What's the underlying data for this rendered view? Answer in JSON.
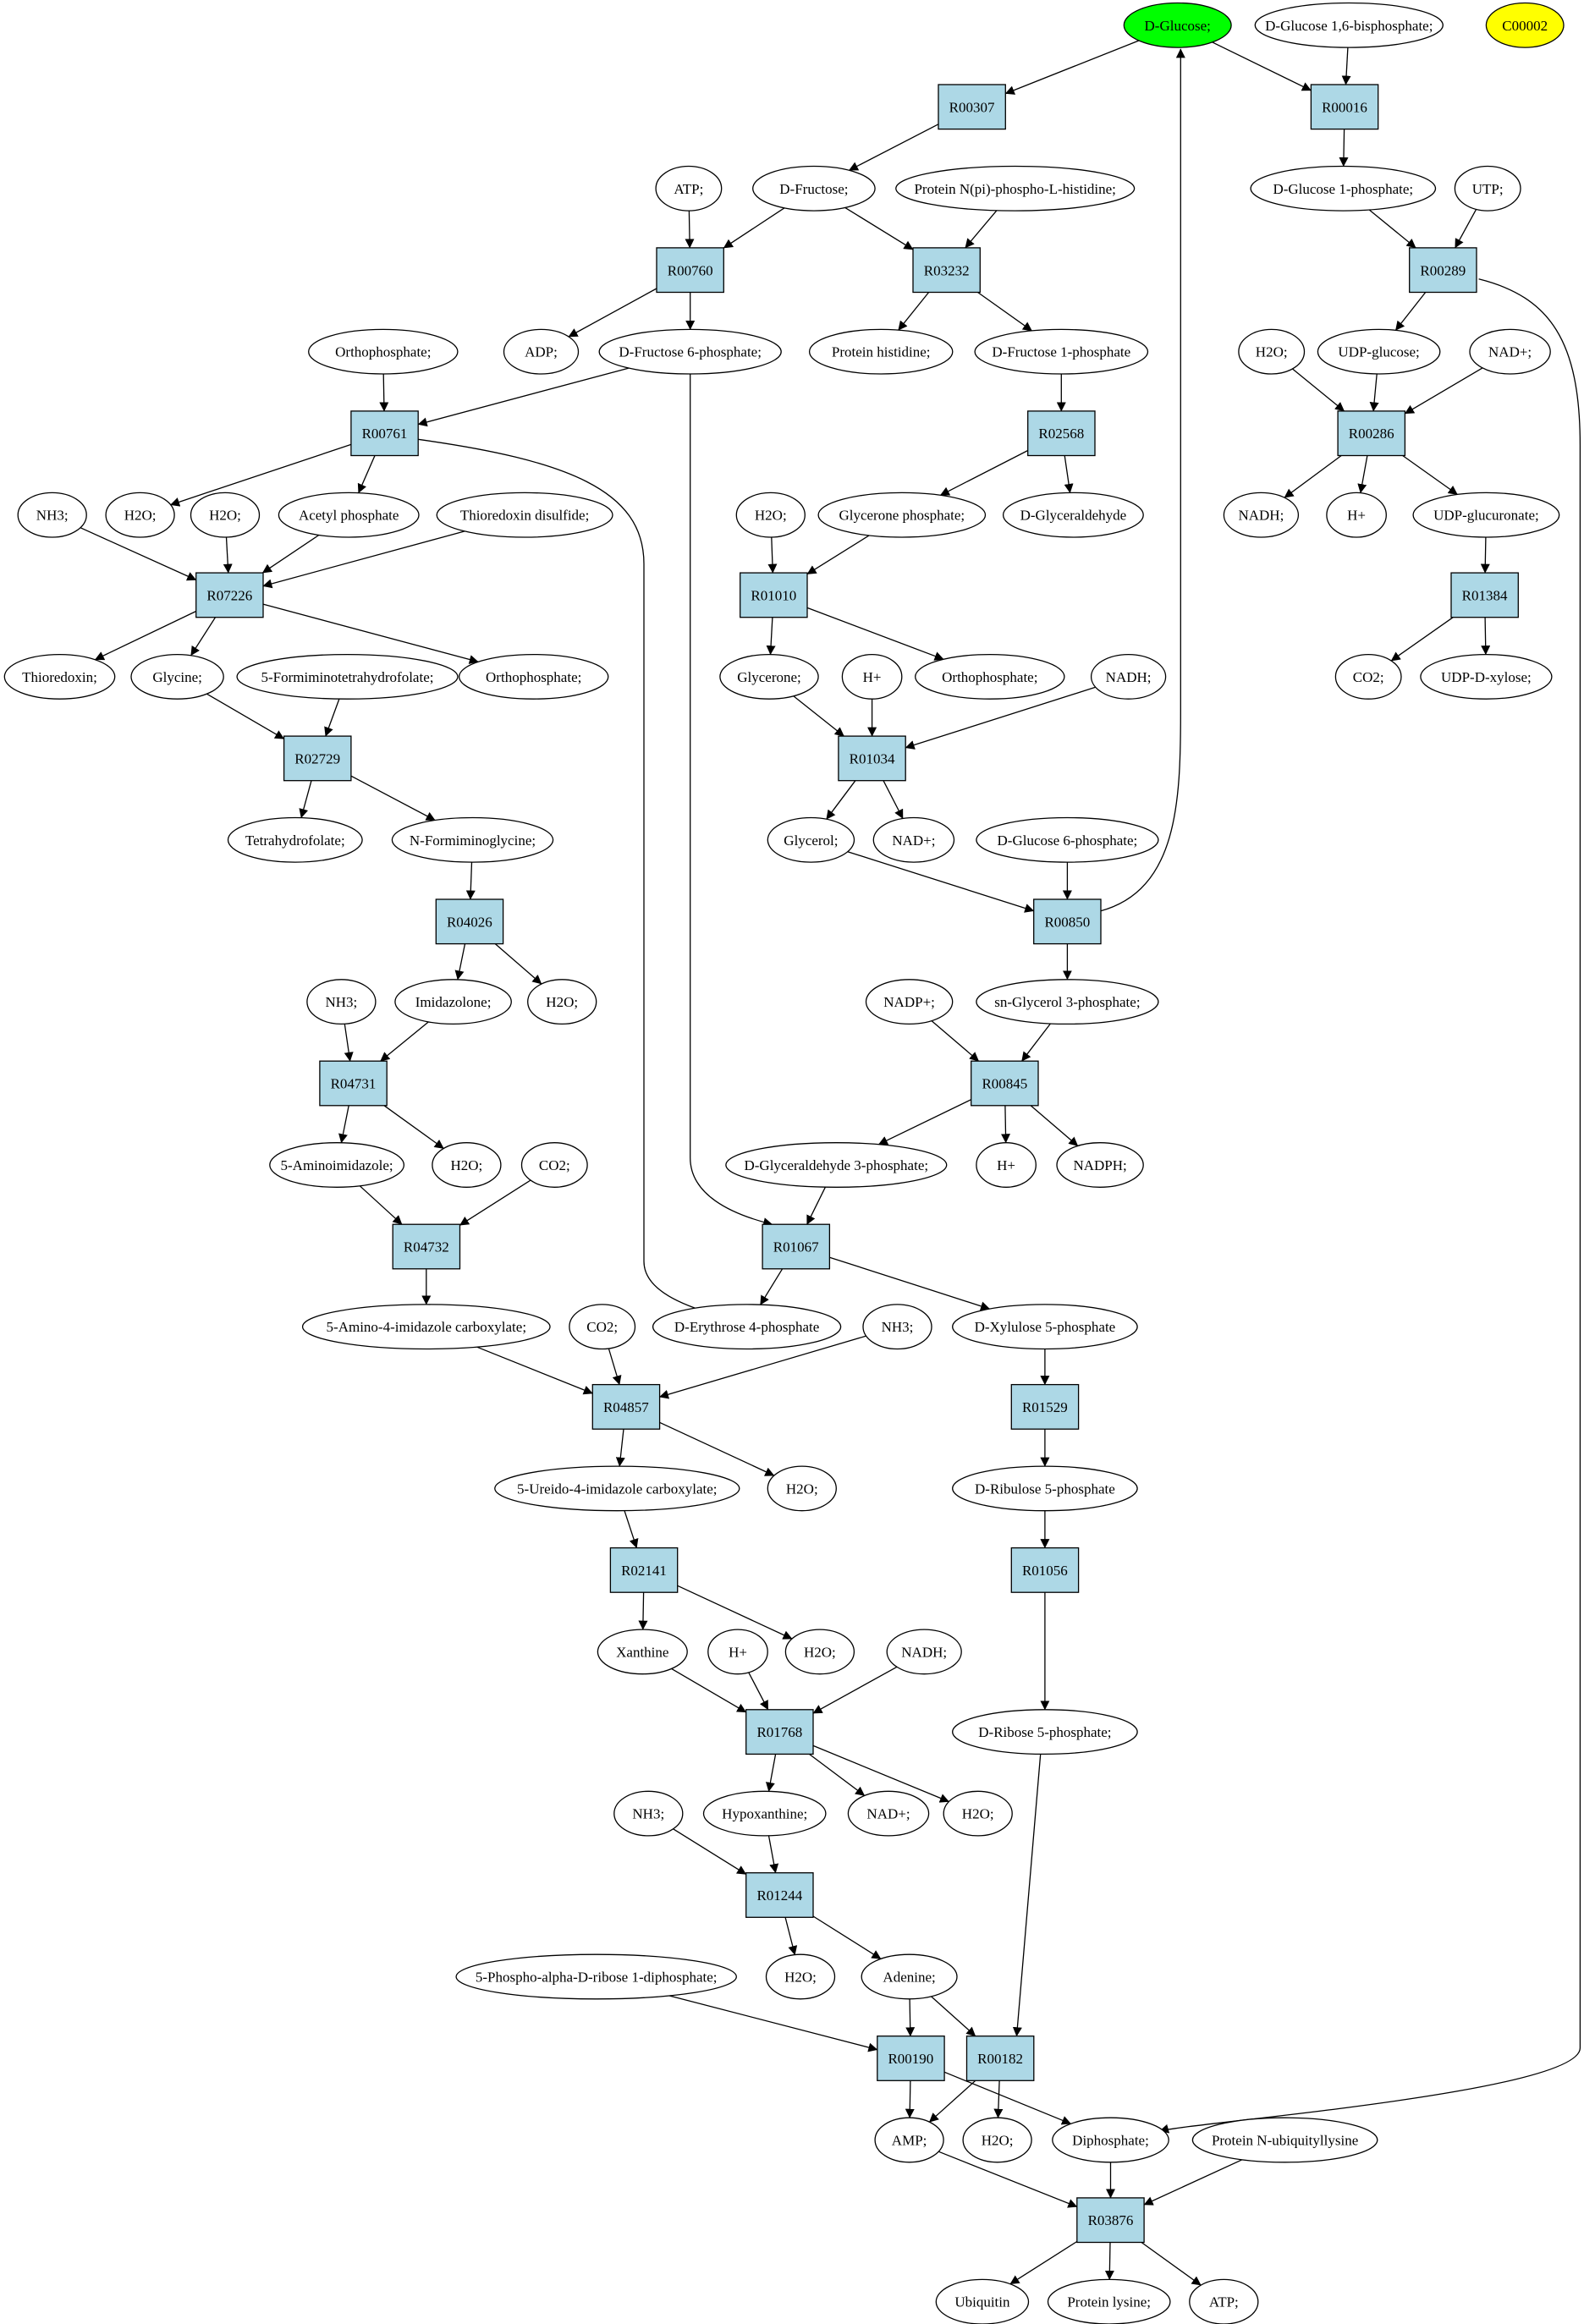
{
  "graph": {
    "nodes": [
      {
        "id": "m_dglucose",
        "type": "metabolite",
        "label": "D-Glucose;",
        "fill": "#00ff00"
      },
      {
        "id": "m_dg16bp",
        "type": "metabolite",
        "label": "D-Glucose 1,6-bisphosphate;"
      },
      {
        "id": "m_c00002",
        "type": "metabolite",
        "label": "C00002",
        "fill": "#ffff00"
      },
      {
        "id": "r_R00307",
        "type": "reaction",
        "label": "R00307"
      },
      {
        "id": "r_R00016",
        "type": "reaction",
        "label": "R00016"
      },
      {
        "id": "m_atp1",
        "type": "metabolite",
        "label": "ATP;"
      },
      {
        "id": "m_dfructose",
        "type": "metabolite",
        "label": "D-Fructose;"
      },
      {
        "id": "m_protnpi",
        "type": "metabolite",
        "label": "Protein N(pi)-phospho-L-histidine;"
      },
      {
        "id": "m_dg1p",
        "type": "metabolite",
        "label": "D-Glucose 1-phosphate;"
      },
      {
        "id": "m_utp",
        "type": "metabolite",
        "label": "UTP;"
      },
      {
        "id": "r_R00760",
        "type": "reaction",
        "label": "R00760"
      },
      {
        "id": "r_R03232",
        "type": "reaction",
        "label": "R03232"
      },
      {
        "id": "r_R00289",
        "type": "reaction",
        "label": "R00289"
      },
      {
        "id": "m_ortho1",
        "type": "metabolite",
        "label": "Orthophosphate;"
      },
      {
        "id": "m_adp",
        "type": "metabolite",
        "label": "ADP;"
      },
      {
        "id": "m_df6p",
        "type": "metabolite",
        "label": "D-Fructose 6-phosphate;"
      },
      {
        "id": "m_prothis",
        "type": "metabolite",
        "label": "Protein histidine;"
      },
      {
        "id": "m_df1p",
        "type": "metabolite",
        "label": "D-Fructose 1-phosphate"
      },
      {
        "id": "m_h2o_a",
        "type": "metabolite",
        "label": "H2O;"
      },
      {
        "id": "m_udpglc",
        "type": "metabolite",
        "label": "UDP-glucose;"
      },
      {
        "id": "m_nadp_a",
        "type": "metabolite",
        "label": "NAD+;"
      },
      {
        "id": "r_R00761",
        "type": "reaction",
        "label": "R00761"
      },
      {
        "id": "r_R02568",
        "type": "reaction",
        "label": "R02568"
      },
      {
        "id": "r_R00286",
        "type": "reaction",
        "label": "R00286"
      },
      {
        "id": "m_nh3_1",
        "type": "metabolite",
        "label": "NH3;"
      },
      {
        "id": "m_h2o_b",
        "type": "metabolite",
        "label": "H2O;"
      },
      {
        "id": "m_h2o_c",
        "type": "metabolite",
        "label": "H2O;"
      },
      {
        "id": "m_acetylp",
        "type": "metabolite",
        "label": "Acetyl phosphate"
      },
      {
        "id": "m_thiodis",
        "type": "metabolite",
        "label": "Thioredoxin disulfide;"
      },
      {
        "id": "m_h2o_d",
        "type": "metabolite",
        "label": "H2O;"
      },
      {
        "id": "m_glyceronep",
        "type": "metabolite",
        "label": "Glycerone phosphate;"
      },
      {
        "id": "m_dglyald",
        "type": "metabolite",
        "label": "D-Glyceraldehyde"
      },
      {
        "id": "m_nadh_a",
        "type": "metabolite",
        "label": "NADH;"
      },
      {
        "id": "m_hplus_a",
        "type": "metabolite",
        "label": "H+"
      },
      {
        "id": "m_udpglcur",
        "type": "metabolite",
        "label": "UDP-glucuronate;"
      },
      {
        "id": "r_R07226",
        "type": "reaction",
        "label": "R07226"
      },
      {
        "id": "r_R01010",
        "type": "reaction",
        "label": "R01010"
      },
      {
        "id": "r_R01384",
        "type": "reaction",
        "label": "R01384"
      },
      {
        "id": "m_thioredoxin",
        "type": "metabolite",
        "label": "Thioredoxin;"
      },
      {
        "id": "m_glycine",
        "type": "metabolite",
        "label": "Glycine;"
      },
      {
        "id": "m_5formthf",
        "type": "metabolite",
        "label": "5-Formiminotetrahydrofolate;"
      },
      {
        "id": "m_ortho2",
        "type": "metabolite",
        "label": "Orthophosphate;"
      },
      {
        "id": "m_glycerone",
        "type": "metabolite",
        "label": "Glycerone;"
      },
      {
        "id": "m_hplus_b",
        "type": "metabolite",
        "label": "H+"
      },
      {
        "id": "m_ortho3",
        "type": "metabolite",
        "label": "Orthophosphate;"
      },
      {
        "id": "m_nadh_b",
        "type": "metabolite",
        "label": "NADH;"
      },
      {
        "id": "m_co2_a",
        "type": "metabolite",
        "label": "CO2;"
      },
      {
        "id": "m_udpxyl",
        "type": "metabolite",
        "label": "UDP-D-xylose;"
      },
      {
        "id": "r_R02729",
        "type": "reaction",
        "label": "R02729"
      },
      {
        "id": "r_R01034",
        "type": "reaction",
        "label": "R01034"
      },
      {
        "id": "m_thf",
        "type": "metabolite",
        "label": "Tetrahydrofolate;"
      },
      {
        "id": "m_nformgly",
        "type": "metabolite",
        "label": "N-Formiminoglycine;"
      },
      {
        "id": "m_glycerol",
        "type": "metabolite",
        "label": "Glycerol;"
      },
      {
        "id": "m_nadp_b",
        "type": "metabolite",
        "label": "NAD+;"
      },
      {
        "id": "m_dg6p",
        "type": "metabolite",
        "label": "D-Glucose 6-phosphate;"
      },
      {
        "id": "r_R04026",
        "type": "reaction",
        "label": "R04026"
      },
      {
        "id": "r_R00850",
        "type": "reaction",
        "label": "R00850"
      },
      {
        "id": "m_nh3_2",
        "type": "metabolite",
        "label": "NH3;"
      },
      {
        "id": "m_imidazolone",
        "type": "metabolite",
        "label": "Imidazolone;"
      },
      {
        "id": "m_h2o_e",
        "type": "metabolite",
        "label": "H2O;"
      },
      {
        "id": "m_nadpplus",
        "type": "metabolite",
        "label": "NADP+;"
      },
      {
        "id": "m_snglyc3p",
        "type": "metabolite",
        "label": "sn-Glycerol 3-phosphate;"
      },
      {
        "id": "r_R04731",
        "type": "reaction",
        "label": "R04731"
      },
      {
        "id": "r_R00845",
        "type": "reaction",
        "label": "R00845"
      },
      {
        "id": "m_5aminoimid",
        "type": "metabolite",
        "label": "5-Aminoimidazole;"
      },
      {
        "id": "m_h2o_f",
        "type": "metabolite",
        "label": "H2O;"
      },
      {
        "id": "m_co2_b",
        "type": "metabolite",
        "label": "CO2;"
      },
      {
        "id": "m_dga3p",
        "type": "metabolite",
        "label": "D-Glyceraldehyde 3-phosphate;"
      },
      {
        "id": "m_hplus_c",
        "type": "metabolite",
        "label": "H+"
      },
      {
        "id": "m_nadph",
        "type": "metabolite",
        "label": "NADPH;"
      },
      {
        "id": "r_R04732",
        "type": "reaction",
        "label": "R04732"
      },
      {
        "id": "r_R01067",
        "type": "reaction",
        "label": "R01067"
      },
      {
        "id": "m_5a4ic",
        "type": "metabolite",
        "label": "5-Amino-4-imidazole carboxylate;"
      },
      {
        "id": "m_de4p",
        "type": "metabolite",
        "label": "D-Erythrose 4-phosphate"
      },
      {
        "id": "m_co2_c",
        "type": "metabolite",
        "label": "CO2;"
      },
      {
        "id": "m_nh3_3",
        "type": "metabolite",
        "label": "NH3;"
      },
      {
        "id": "m_dxyl5p",
        "type": "metabolite",
        "label": "D-Xylulose 5-phosphate"
      },
      {
        "id": "r_R04857",
        "type": "reaction",
        "label": "R04857"
      },
      {
        "id": "r_R01529",
        "type": "reaction",
        "label": "R01529"
      },
      {
        "id": "m_5u4ic",
        "type": "metabolite",
        "label": "5-Ureido-4-imidazole carboxylate;"
      },
      {
        "id": "m_h2o_g",
        "type": "metabolite",
        "label": "H2O;"
      },
      {
        "id": "m_dribu5p",
        "type": "metabolite",
        "label": "D-Ribulose 5-phosphate"
      },
      {
        "id": "r_R02141",
        "type": "reaction",
        "label": "R02141"
      },
      {
        "id": "r_R01056",
        "type": "reaction",
        "label": "R01056"
      },
      {
        "id": "m_xanthine",
        "type": "metabolite",
        "label": "Xanthine"
      },
      {
        "id": "m_hplus_d",
        "type": "metabolite",
        "label": "H+"
      },
      {
        "id": "m_h2o_h",
        "type": "metabolite",
        "label": "H2O;"
      },
      {
        "id": "m_nadh_c",
        "type": "metabolite",
        "label": "NADH;"
      },
      {
        "id": "m_drib5p",
        "type": "metabolite",
        "label": "D-Ribose 5-phosphate;"
      },
      {
        "id": "r_R01768",
        "type": "reaction",
        "label": "R01768"
      },
      {
        "id": "m_nh3_4",
        "type": "metabolite",
        "label": "NH3;"
      },
      {
        "id": "m_hypoxanthine",
        "type": "metabolite",
        "label": "Hypoxanthine;"
      },
      {
        "id": "m_nadp_c",
        "type": "metabolite",
        "label": "NAD+;"
      },
      {
        "id": "m_h2o_i",
        "type": "metabolite",
        "label": "H2O;"
      },
      {
        "id": "r_R01244",
        "type": "reaction",
        "label": "R01244"
      },
      {
        "id": "m_prpp",
        "type": "metabolite",
        "label": "5-Phospho-alpha-D-ribose 1-diphosphate;"
      },
      {
        "id": "m_h2o_j",
        "type": "metabolite",
        "label": "H2O;"
      },
      {
        "id": "m_adenine",
        "type": "metabolite",
        "label": "Adenine;"
      },
      {
        "id": "r_R00190",
        "type": "reaction",
        "label": "R00190"
      },
      {
        "id": "r_R00182",
        "type": "reaction",
        "label": "R00182"
      },
      {
        "id": "m_amp",
        "type": "metabolite",
        "label": "AMP;"
      },
      {
        "id": "m_h2o_k",
        "type": "metabolite",
        "label": "H2O;"
      },
      {
        "id": "m_diphosphate",
        "type": "metabolite",
        "label": "Diphosphate;"
      },
      {
        "id": "m_protnubi",
        "type": "metabolite",
        "label": "Protein N-ubiquityllysine"
      },
      {
        "id": "r_R03876",
        "type": "reaction",
        "label": "R03876"
      },
      {
        "id": "m_ubiquitin",
        "type": "metabolite",
        "label": "Ubiquitin"
      },
      {
        "id": "m_protlys",
        "type": "metabolite",
        "label": "Protein lysine;"
      },
      {
        "id": "m_atp2",
        "type": "metabolite",
        "label": "ATP;"
      }
    ],
    "edges": [
      [
        "m_dglucose",
        "r_R00307"
      ],
      [
        "r_R00307",
        "m_dfructose"
      ],
      [
        "m_dglucose",
        "r_R00016"
      ],
      [
        "m_dg16bp",
        "r_R00016"
      ],
      [
        "r_R00016",
        "m_dg1p"
      ],
      [
        "m_atp1",
        "r_R00760"
      ],
      [
        "m_dfructose",
        "r_R00760"
      ],
      [
        "r_R00760",
        "m_adp"
      ],
      [
        "r_R00760",
        "m_df6p"
      ],
      [
        "m_dfructose",
        "r_R03232"
      ],
      [
        "m_protnpi",
        "r_R03232"
      ],
      [
        "r_R03232",
        "m_prothis"
      ],
      [
        "r_R03232",
        "m_df1p"
      ],
      [
        "m_dg1p",
        "r_R00289"
      ],
      [
        "m_utp",
        "r_R00289"
      ],
      [
        "r_R00289",
        "m_udpglc"
      ],
      [
        "r_R00289",
        "m_diphosphate"
      ],
      [
        "m_ortho1",
        "r_R00761"
      ],
      [
        "m_df6p",
        "r_R00761"
      ],
      [
        "r_R00761",
        "m_h2o_b"
      ],
      [
        "r_R00761",
        "m_acetylp"
      ],
      [
        "r_R00761",
        "m_de4p"
      ],
      [
        "m_df6p",
        "r_R01067"
      ],
      [
        "m_df1p",
        "r_R02568"
      ],
      [
        "r_R02568",
        "m_glyceronep"
      ],
      [
        "r_R02568",
        "m_dglyald"
      ],
      [
        "m_h2o_a",
        "r_R00286"
      ],
      [
        "m_udpglc",
        "r_R00286"
      ],
      [
        "m_nadp_a",
        "r_R00286"
      ],
      [
        "r_R00286",
        "m_nadh_a"
      ],
      [
        "r_R00286",
        "m_hplus_a"
      ],
      [
        "r_R00286",
        "m_udpglcur"
      ],
      [
        "m_nh3_1",
        "r_R07226"
      ],
      [
        "m_h2o_c",
        "r_R07226"
      ],
      [
        "m_acetylp",
        "r_R07226"
      ],
      [
        "m_thiodis",
        "r_R07226"
      ],
      [
        "r_R07226",
        "m_thioredoxin"
      ],
      [
        "r_R07226",
        "m_glycine"
      ],
      [
        "r_R07226",
        "m_ortho2"
      ],
      [
        "m_h2o_d",
        "r_R01010"
      ],
      [
        "m_glyceronep",
        "r_R01010"
      ],
      [
        "r_R01010",
        "m_glycerone"
      ],
      [
        "r_R01010",
        "m_ortho3"
      ],
      [
        "m_udpglcur",
        "r_R01384"
      ],
      [
        "r_R01384",
        "m_co2_a"
      ],
      [
        "r_R01384",
        "m_udpxyl"
      ],
      [
        "m_glycine",
        "r_R02729"
      ],
      [
        "m_5formthf",
        "r_R02729"
      ],
      [
        "r_R02729",
        "m_thf"
      ],
      [
        "r_R02729",
        "m_nformgly"
      ],
      [
        "m_glycerone",
        "r_R01034"
      ],
      [
        "m_hplus_b",
        "r_R01034"
      ],
      [
        "m_nadh_b",
        "r_R01034"
      ],
      [
        "r_R01034",
        "m_glycerol"
      ],
      [
        "r_R01034",
        "m_nadp_b"
      ],
      [
        "m_nformgly",
        "r_R04026"
      ],
      [
        "r_R04026",
        "m_imidazolone"
      ],
      [
        "r_R04026",
        "m_h2o_e"
      ],
      [
        "m_glycerol",
        "r_R00850"
      ],
      [
        "m_dg6p",
        "r_R00850"
      ],
      [
        "r_R00850",
        "m_snglyc3p"
      ],
      [
        "r_R00850",
        "m_dglucose"
      ],
      [
        "m_nh3_2",
        "r_R04731"
      ],
      [
        "m_imidazolone",
        "r_R04731"
      ],
      [
        "r_R04731",
        "m_5aminoimid"
      ],
      [
        "r_R04731",
        "m_h2o_f"
      ],
      [
        "m_nadpplus",
        "r_R00845"
      ],
      [
        "m_snglyc3p",
        "r_R00845"
      ],
      [
        "r_R00845",
        "m_dga3p"
      ],
      [
        "r_R00845",
        "m_hplus_c"
      ],
      [
        "r_R00845",
        "m_nadph"
      ],
      [
        "m_5aminoimid",
        "r_R04732"
      ],
      [
        "m_co2_b",
        "r_R04732"
      ],
      [
        "r_R04732",
        "m_5a4ic"
      ],
      [
        "m_dga3p",
        "r_R01067"
      ],
      [
        "r_R01067",
        "m_de4p"
      ],
      [
        "r_R01067",
        "m_dxyl5p"
      ],
      [
        "m_5a4ic",
        "r_R04857"
      ],
      [
        "m_co2_c",
        "r_R04857"
      ],
      [
        "m_nh3_3",
        "r_R04857"
      ],
      [
        "r_R04857",
        "m_5u4ic"
      ],
      [
        "r_R04857",
        "m_h2o_g"
      ],
      [
        "m_dxyl5p",
        "r_R01529"
      ],
      [
        "r_R01529",
        "m_dribu5p"
      ],
      [
        "m_5u4ic",
        "r_R02141"
      ],
      [
        "r_R02141",
        "m_xanthine"
      ],
      [
        "r_R02141",
        "m_h2o_h"
      ],
      [
        "m_dribu5p",
        "r_R01056"
      ],
      [
        "r_R01056",
        "m_drib5p"
      ],
      [
        "m_xanthine",
        "r_R01768"
      ],
      [
        "m_hplus_d",
        "r_R01768"
      ],
      [
        "m_nadh_c",
        "r_R01768"
      ],
      [
        "r_R01768",
        "m_hypoxanthine"
      ],
      [
        "r_R01768",
        "m_nadp_c"
      ],
      [
        "r_R01768",
        "m_h2o_i"
      ],
      [
        "m_nh3_4",
        "r_R01244"
      ],
      [
        "m_hypoxanthine",
        "r_R01244"
      ],
      [
        "r_R01244",
        "m_h2o_j"
      ],
      [
        "r_R01244",
        "m_adenine"
      ],
      [
        "m_prpp",
        "r_R00190"
      ],
      [
        "m_adenine",
        "r_R00190"
      ],
      [
        "r_R00190",
        "m_amp"
      ],
      [
        "r_R00190",
        "m_diphosphate"
      ],
      [
        "m_adenine",
        "r_R00182"
      ],
      [
        "m_drib5p",
        "r_R00182"
      ],
      [
        "r_R00182",
        "m_amp"
      ],
      [
        "r_R00182",
        "m_h2o_k"
      ],
      [
        "m_amp",
        "r_R03876"
      ],
      [
        "m_diphosphate",
        "r_R03876"
      ],
      [
        "m_protnubi",
        "r_R03876"
      ],
      [
        "r_R03876",
        "m_ubiquitin"
      ],
      [
        "r_R03876",
        "m_protlys"
      ],
      [
        "r_R03876",
        "m_atp2"
      ]
    ]
  }
}
